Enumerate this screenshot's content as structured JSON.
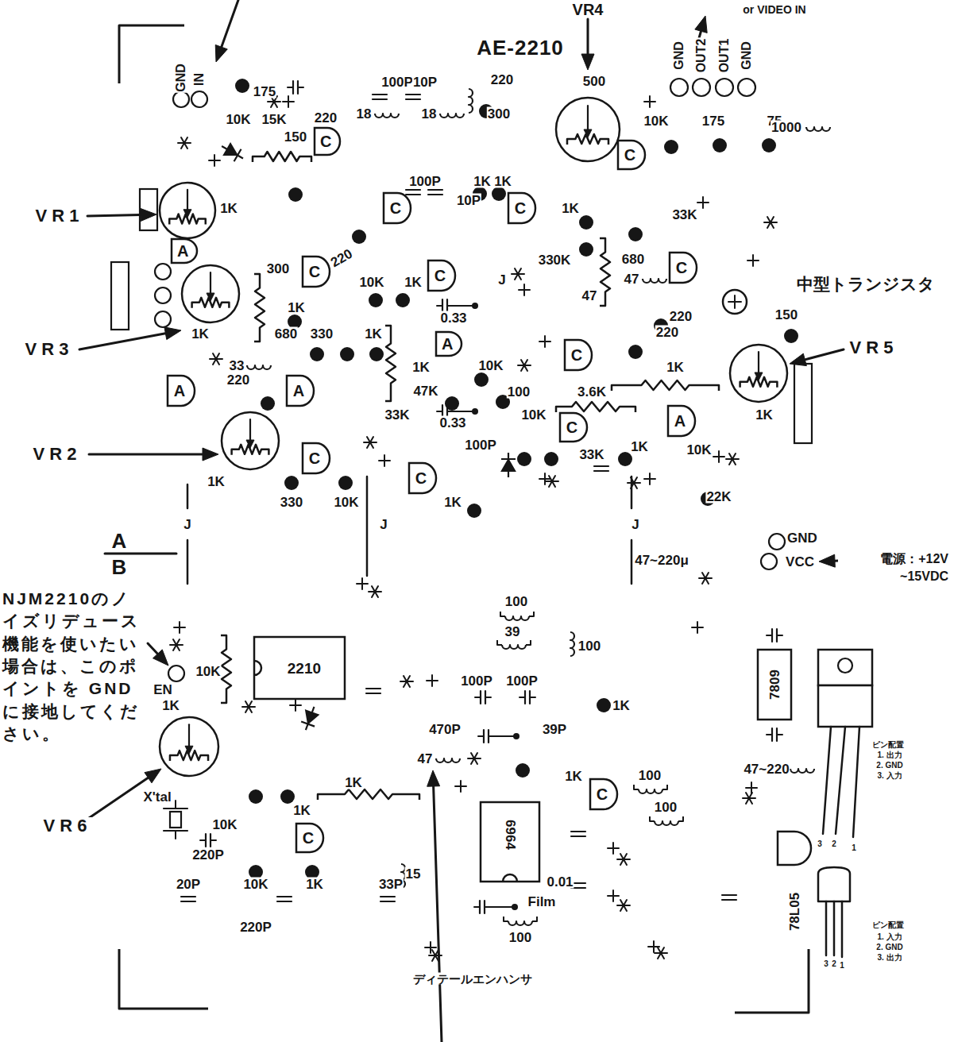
{
  "diagram": {
    "title": "AE-2210",
    "nodes": [
      {
        "text": [
          "C"
        ]
      },
      {
        "text": [
          "C"
        ]
      },
      {
        "text": [
          "C"
        ]
      },
      {
        "text": [
          "C"
        ]
      },
      {
        "text": [
          "A"
        ]
      },
      {
        "text": [
          "C"
        ]
      },
      {
        "text": [
          "C"
        ]
      },
      {
        "text": [
          "C"
        ]
      },
      {
        "text": [
          "A"
        ]
      },
      {
        "text": [
          "C"
        ]
      },
      {
        "text": [
          "A"
        ]
      },
      {
        "text": [
          "A"
        ]
      },
      {
        "text": [
          "A"
        ]
      },
      {
        "text": [
          "C"
        ]
      },
      {
        "text": [
          "C"
        ]
      },
      {
        "text": [
          "C"
        ]
      },
      {
        "text": [
          "2210"
        ]
      },
      {
        "text": [
          "7809"
        ]
      },
      {
        "text": [
          "C"
        ]
      },
      {
        "text": [
          "C"
        ]
      },
      {
        "text": [
          "6964"
        ]
      },
      {
        "text": [
          "78L05"
        ]
      }
    ],
    "labels": [
      "VR4",
      "or VIDEO IN",
      "GND",
      "IN",
      "GND",
      "OUT2",
      "OUT1",
      "GND",
      "175",
      "100P",
      "10P",
      "220",
      "500",
      "300",
      "18",
      "18",
      "10K",
      "15K",
      "220",
      "150",
      "10K",
      "175",
      "75",
      "1000",
      "100P",
      "1K",
      "1K",
      "10P",
      "VR1",
      "1K",
      "1K",
      "33K",
      "220",
      "330K",
      "680",
      "47",
      "300",
      "10K",
      "1K",
      "47",
      "中型トランジスタ",
      "220",
      "150",
      "1K",
      "0.33",
      "220",
      "VR3",
      "1K",
      "680",
      "330",
      "1K",
      "VR5",
      "1K",
      "10K",
      "1K",
      "33",
      "220",
      "47K",
      "100",
      "3.6K",
      "1K",
      "33K",
      "10K",
      "0.33",
      "100P",
      "33K",
      "1K",
      "10K",
      "VR2",
      "1K",
      "22K",
      "1K",
      "330",
      "10K",
      "J",
      "J",
      "J",
      "J",
      "A",
      "B",
      "GND",
      "47~220μ",
      "VCC",
      "電源：+12V ~15VDC",
      "100",
      "39",
      "100",
      "NJM2210のノイズリデュース機能を使いたい場合は、このポイントを GNDに接地してください。",
      "EN",
      "10K",
      "1K",
      "100P",
      "100P",
      "1K",
      "470P",
      "39P",
      "47",
      "1K",
      "100",
      "47~220",
      "1K",
      "100",
      "X'tal",
      "VR6",
      "10K",
      "1K",
      "220P",
      "15",
      "0.01",
      "20P",
      "10K",
      "1K",
      "33P",
      "Film",
      "220P",
      "100",
      "ディテールエンハンサ",
      "ピン配置",
      "1. 出力",
      "2. GND",
      "3. 入力",
      "3",
      "2",
      "1",
      "ピン配置",
      "1. 入力",
      "2. GND",
      "3. 出力",
      "3",
      "2",
      "1"
    ]
  }
}
